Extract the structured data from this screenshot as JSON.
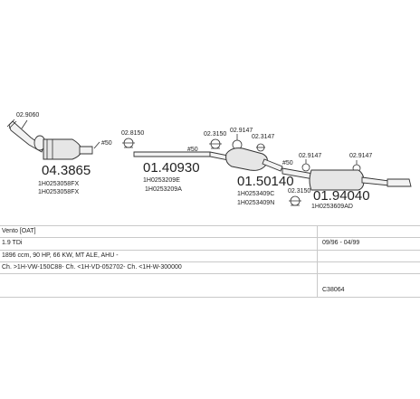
{
  "diagram": {
    "parts": [
      {
        "number": "04.3865",
        "codes": [
          "1H0253058FX",
          "1H0253058FX"
        ]
      },
      {
        "number": "01.40930",
        "codes": [
          "1H0253209A",
          "1H0253209E"
        ]
      },
      {
        "number": "01.50140",
        "codes": [
          "1H0253409C",
          "1H0253409N"
        ]
      },
      {
        "number": "01.94040",
        "codes": [
          "1H0253609AD"
        ]
      }
    ],
    "fittings": [
      {
        "code": "02.9060"
      },
      {
        "code": "02.8150"
      },
      {
        "code": "02.3150"
      },
      {
        "code": "02.9147"
      },
      {
        "code": "02.3147"
      },
      {
        "code": "02.9147"
      },
      {
        "code": "02.9147"
      },
      {
        "code": "02.3150"
      }
    ],
    "diameters": [
      "#50",
      "#50",
      "#50"
    ]
  },
  "info": {
    "model": "Vento [OAT]",
    "engine": "1.9 TDi",
    "years": "09/96 - 04/99",
    "spec": "1896 ccm, 90 HP, 66 KW, MT ALE, AHU -",
    "chassis": "Ch. >1H-VW-150C88- Ch. <1H-VD-052702- Ch. <1H-W-300000",
    "catalogue": "C38064"
  }
}
